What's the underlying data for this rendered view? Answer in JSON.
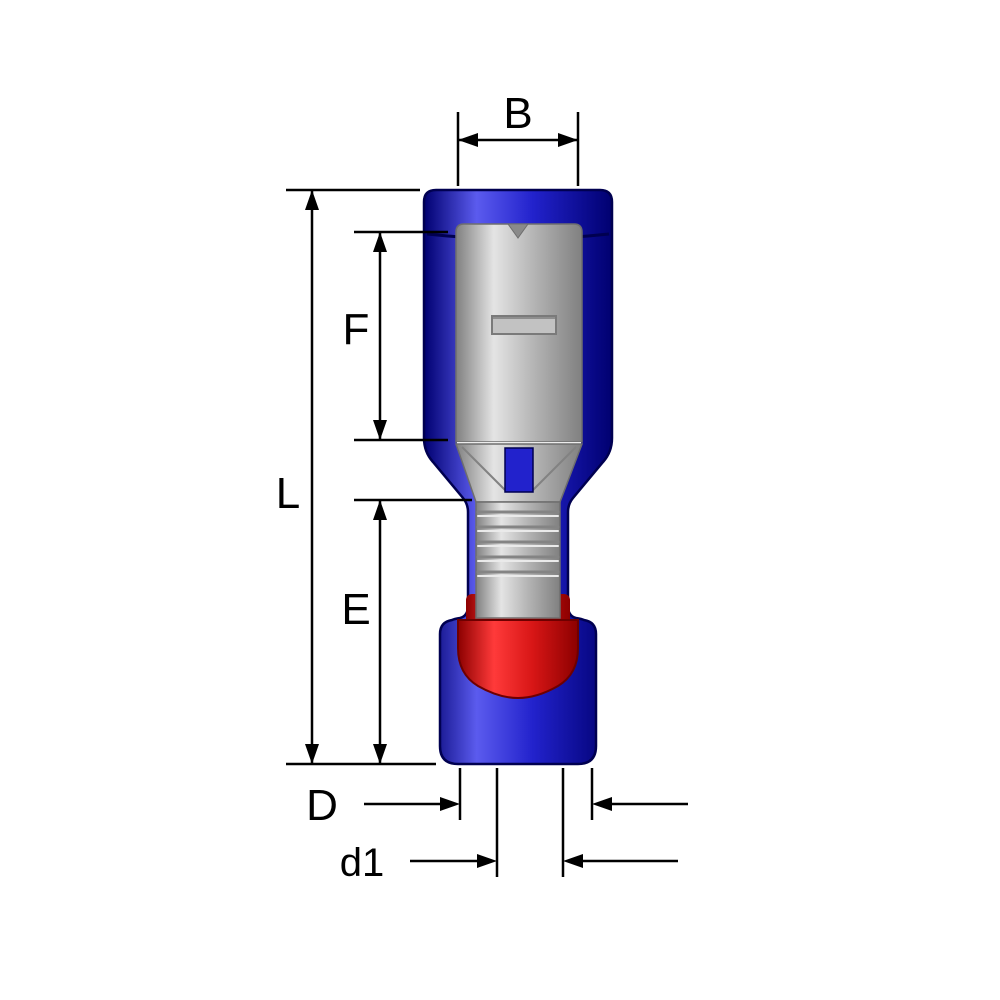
{
  "dimensions": {
    "B": {
      "label": "B"
    },
    "L": {
      "label": "L"
    },
    "F": {
      "label": "F"
    },
    "E": {
      "label": "E"
    },
    "D": {
      "label": "D"
    },
    "d1": {
      "label": "d1"
    }
  },
  "colors": {
    "background": "#ffffff",
    "line": "#000000",
    "blue_dark": "#000070",
    "blue_mid": "#2222cc",
    "blue_light": "#5b5bee",
    "gray_dark": "#808080",
    "gray_mid": "#b4b4b4",
    "gray_light": "#e4e4e4",
    "red_dark": "#8c0000",
    "red_mid": "#d81616",
    "red_light": "#ff3a3a"
  }
}
